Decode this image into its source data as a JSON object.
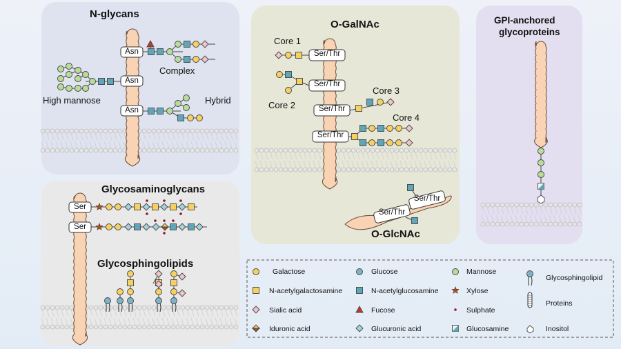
{
  "panels": {
    "n_glycans": {
      "title": "N-glycans",
      "residue": "Asn",
      "labels": {
        "complex": "Complex",
        "high_mannose": "High mannose",
        "hybrid": "Hybrid"
      }
    },
    "o_galnac": {
      "title": "O-GalNAc",
      "residue": "Ser/Thr",
      "labels": {
        "core1": "Core 1",
        "core2": "Core 2",
        "core3": "Core 3",
        "core4": "Core 4"
      }
    },
    "gpi": {
      "title_line1": "GPI-anchored",
      "title_line2": "glycoproteins"
    },
    "gags": {
      "title": "Glycosaminoglycans",
      "residue": "Ser"
    },
    "gsl": {
      "title": "Glycosphingolipids"
    },
    "o_glcnac": {
      "title": "O-GlcNAc",
      "residue": "Ser/Thr"
    }
  },
  "legend": {
    "galactose": "Galactose",
    "glucose": "Glucose",
    "mannose": "Mannose",
    "glycosphingolipid": "Glycosphingolipid",
    "galnac": "N-acetylgalactosamine",
    "glcnac": "N-acetylglucosamine",
    "xylose": "Xylose",
    "proteins": "Proteins",
    "sialic": "Sialic acid",
    "fucose": "Fucose",
    "sulphate": "Sulphate",
    "iduronic": "Iduronic acid",
    "glucuronic": "Glucuronic acid",
    "glucosamine": "Glucosamine",
    "inositol": "Inositol"
  },
  "colors": {
    "galactose": "#f5d062",
    "glucose": "#7fb3c8",
    "mannose": "#b9dc9a",
    "glcnac": "#5fa7b8",
    "sialic": "#f0c5cd",
    "fucose": "#c0392b",
    "xylose": "#a0522d",
    "sulphate": "#8b1a2b",
    "protein": "#f9d4b4",
    "panel_blue": "#dfe2f0",
    "panel_beige": "#e8e8d8",
    "panel_purple": "#e4dff0",
    "panel_grey": "#eaeaea"
  }
}
